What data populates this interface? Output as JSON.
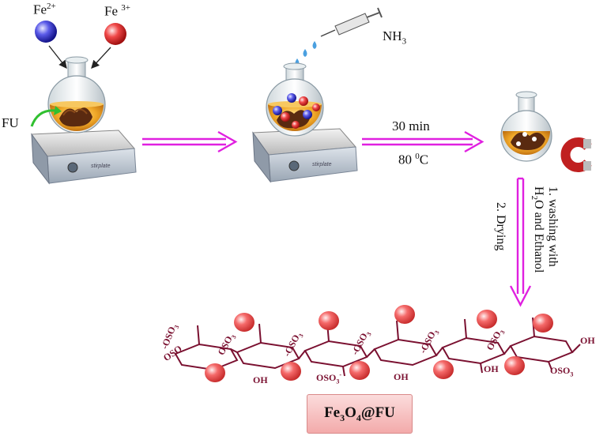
{
  "reagents": {
    "fe2_base": "Fe",
    "fe2_charge": "2+",
    "fe3_base": "Fe",
    "fe3_charge": "3+",
    "fu": "FU",
    "nh3_base": "NH",
    "nh3_sub": "3"
  },
  "step_conditions": {
    "time": "30 min",
    "temp_value": "80",
    "temp_sup": "0",
    "temp_unit": "C"
  },
  "workup": {
    "step1_line1": "1. washing with",
    "step1_h": "H",
    "step1_sub": "2",
    "step1_rest": "O and Ethanol",
    "step2": "2. Drying"
  },
  "polymer_labels": {
    "oso3_top": "OSO",
    "oso3_sub": "3",
    "oso3_bottom": "OSO",
    "charge": "-",
    "oh": "OH"
  },
  "product": {
    "fe": "Fe",
    "sub3": "3",
    "o": "O",
    "sub4": "4",
    "rest": "@FU"
  },
  "colors": {
    "fe2_ion": "#3a3ad0",
    "fe3_ion": "#e02a2a",
    "arrow": "#e020e0",
    "polymer": "#7a1030",
    "nanoparticle": "#f05050",
    "solution": "#e8a020",
    "seaweed": "#5a2a10",
    "magnet": "#c02020"
  }
}
